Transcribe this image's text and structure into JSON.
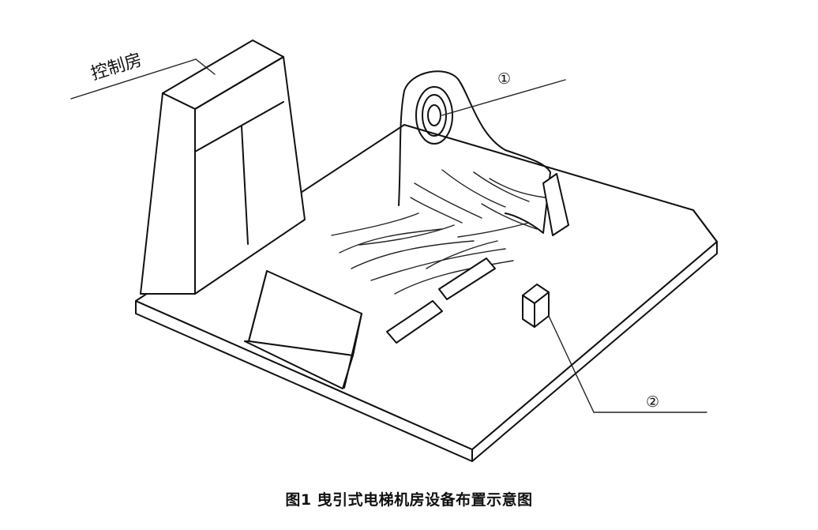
{
  "labels": {
    "control_room": "控制房",
    "callout_1": "①",
    "callout_2": "②"
  },
  "caption": "图1  曳引式电梯机房设备布置示意图"
}
